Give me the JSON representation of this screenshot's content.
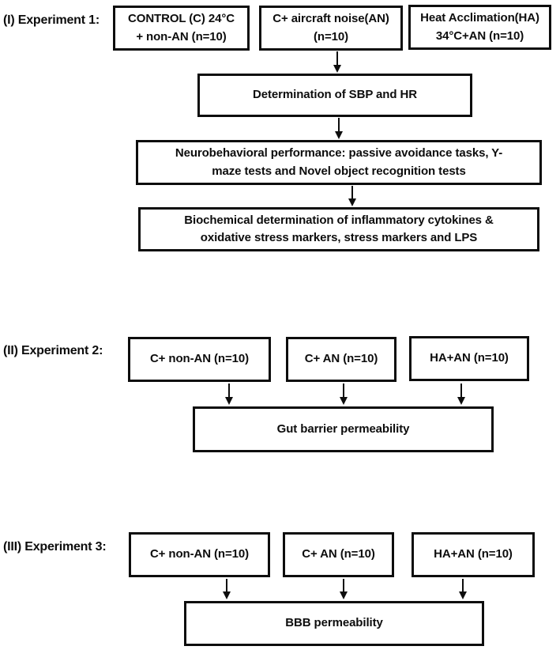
{
  "diagram": {
    "colors": {
      "ink": "#0d0d0d",
      "background": "#ffffff"
    },
    "experiments": [
      {
        "label": "(I) Experiment 1:",
        "groups": [
          {
            "line1": "CONTROL (C) 24°C",
            "line2": "+ non-AN (n=10)"
          },
          {
            "line1": "C+ aircraft noise(AN)",
            "line2": "(n=10)"
          },
          {
            "line1": "Heat Acclimation(HA)",
            "line2": "34°C+AN (n=10)"
          }
        ],
        "steps": [
          {
            "text": "Determination of SBP and HR"
          },
          {
            "line1": "Neurobehavioral performance: passive avoidance tasks, Y-",
            "line2": "maze tests and Novel object recognition tests"
          },
          {
            "line1": "Biochemical determination of inflammatory cytokines &",
            "line2": "oxidative stress markers, stress markers and LPS"
          }
        ]
      },
      {
        "label": "(II) Experiment 2:",
        "groups": [
          {
            "line1": "C+ non-AN (n=10)"
          },
          {
            "line1": "C+ AN (n=10)"
          },
          {
            "line1": "HA+AN (n=10)"
          }
        ],
        "outcome": "Gut barrier permeability"
      },
      {
        "label": "(III) Experiment 3:",
        "groups": [
          {
            "line1": "C+ non-AN (n=10)"
          },
          {
            "line1": "C+ AN (n=10)"
          },
          {
            "line1": "HA+AN (n=10)"
          }
        ],
        "outcome": "BBB permeability"
      }
    ]
  }
}
